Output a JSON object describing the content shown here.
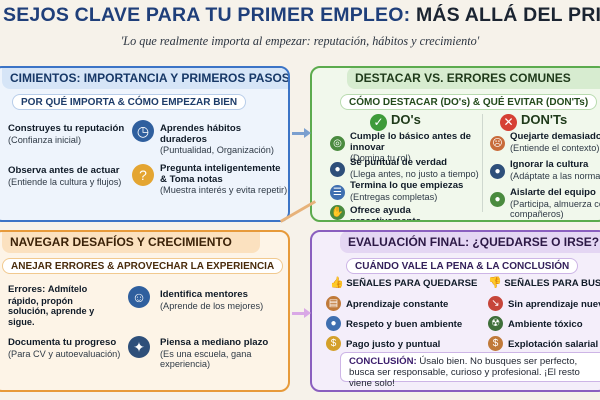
{
  "header": {
    "title_part1": "SEJOS CLAVE PARA TU PRIMER EMPLEO:",
    "title_part2": "MÁS ALLÁ DEL PRIMER",
    "subtitle": "'Lo que realmente importa al empezar: reputación, hábitos y crecimiento'"
  },
  "colors": {
    "blue": "#3b74c6",
    "green": "#5cab4e",
    "orange": "#e79a3a",
    "purple": "#8a5fbf",
    "dos_check": "#3f9b3a",
    "donts_x": "#d64034"
  },
  "panel_blue": {
    "title": "CIMIENTOS: IMPORTANCIA Y PRIMEROS PASOS",
    "subhead": "POR QUÉ IMPORTA & CÓMO EMPEZAR BIEN",
    "items": [
      {
        "title": "Construyes tu reputación",
        "text": "(Confianza inicial)",
        "icon": "reputation-icon"
      },
      {
        "title": "Aprendes hábitos duraderos",
        "text": "(Puntualidad, Organización)",
        "icon": "clock-icon"
      },
      {
        "title": "Observa antes de actuar",
        "text": "(Entiende la cultura y flujos)",
        "icon": "eye-icon"
      },
      {
        "title": "Pregunta inteligentemente & Toma notas",
        "text": "(Muestra interés y evita repetir)",
        "icon": "question-icon"
      }
    ]
  },
  "panel_green": {
    "title": "DESTACAR VS. ERRORES COMUNES",
    "subhead": "CÓMO DESTACAR (DO's) & QUÉ EVITAR (DON'Ts)",
    "dos_label": "DO's",
    "donts_label": "DON'Ts",
    "dos": [
      {
        "title": "Cumple lo básico antes de innovar",
        "text": "(Domina tu rol)"
      },
      {
        "title": "Sé puntual de verdad",
        "text": "(Llega antes, no justo a tiempo)"
      },
      {
        "title": "Termina lo que empiezas",
        "text": "(Entregas completas)"
      },
      {
        "title": "Ofrece ayuda proactivamente",
        "text": ""
      }
    ],
    "donts": [
      {
        "title": "Quejarte demasiado",
        "text": "(Entiende el contexto)"
      },
      {
        "title": "Ignorar la cultura",
        "text": "(Adáptate a las normas)"
      },
      {
        "title": "Aislarte del equipo",
        "text": "(Participa, almuerza con compañeros)"
      }
    ]
  },
  "panel_orange": {
    "title": "NAVEGAR DESAFÍOS Y CRECIMIENTO",
    "subhead": "ANEJAR ERRORES & APROVECHAR LA EXPERIENCIA",
    "items": [
      {
        "title": "Errores:",
        "text": "Admítelo rápido, propón solución, aprende y sigue.",
        "icon": "warning-icon"
      },
      {
        "title": "Identifica mentores",
        "text": "(Aprende de los mejores)",
        "icon": "mentor-icon"
      },
      {
        "title": "Documenta tu progreso",
        "text": "(Para CV y autoevaluación)",
        "icon": "document-icon"
      },
      {
        "title": "Piensa a mediano plazo",
        "text": "(Es una escuela, gana experiencia)",
        "icon": "telescope-icon"
      }
    ]
  },
  "panel_purple": {
    "title": "EVALUACIÓN FINAL: ¿QUEDARSE O IRSE?",
    "subhead": "CUÁNDO VALE LA PENA & LA CONCLUSIÓN",
    "stay_label": "SEÑALES PARA QUEDARSE",
    "leave_label": "SEÑALES PARA BUSCA",
    "stay": [
      "Aprendizaje constante",
      "Respeto y buen ambiente",
      "Pago justo y puntual"
    ],
    "leave": [
      "Sin aprendizaje nuevo",
      "Ambiente tóxico",
      "Explotación salarial"
    ],
    "conclusion_label": "CONCLUSIÓN:",
    "conclusion_text": "Úsalo bien. No busques ser perfecto, busca ser responsable, curioso y profesional. ¡El resto viene solo!"
  }
}
